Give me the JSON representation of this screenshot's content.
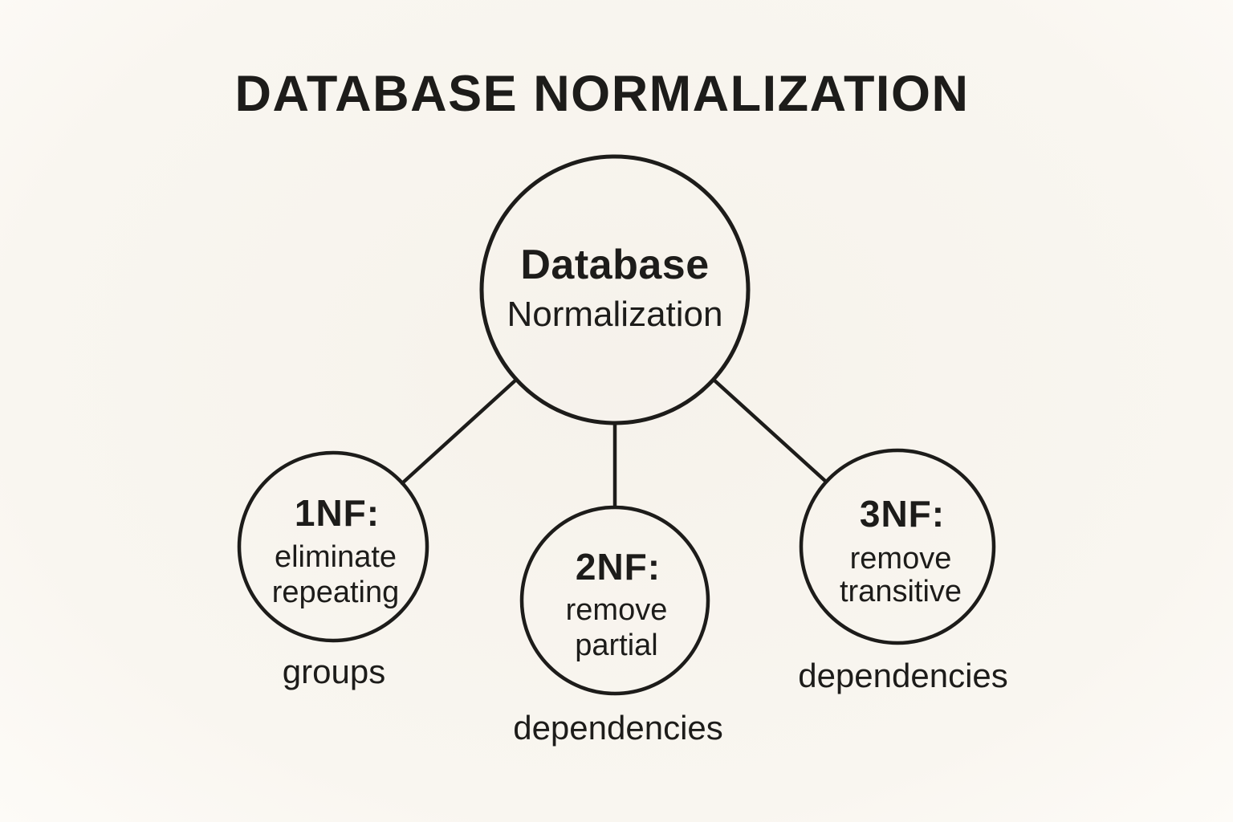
{
  "title": "DATABASE NORMALIZATION",
  "colors": {
    "background": "#f8f4ee",
    "ink": "#1d1c1a"
  },
  "central_node": {
    "label_line1": "Database",
    "label_line2": "Normalization"
  },
  "nodes": [
    {
      "id": "1nf",
      "heading": "1NF:",
      "line1": "eliminate",
      "line2": "repeating",
      "overflow_word": "groups"
    },
    {
      "id": "2nf",
      "heading": "2NF:",
      "line1": "remove",
      "line2": "partial",
      "overflow_word": "dependencies"
    },
    {
      "id": "3nf",
      "heading": "3NF:",
      "line1": "remove",
      "line2": "transitive",
      "overflow_word": "dependencies"
    }
  ]
}
